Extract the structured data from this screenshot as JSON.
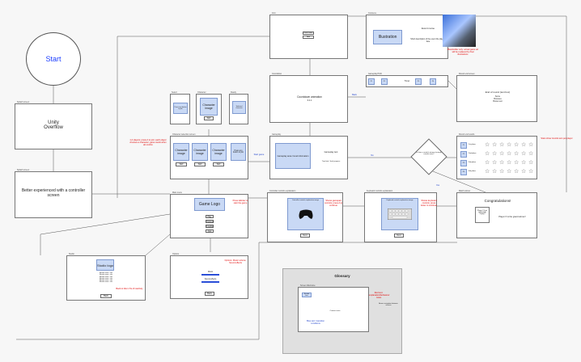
{
  "start": "Start",
  "unity": {
    "label": "Splash screen",
    "text": "Unity\nOverflow"
  },
  "controller_screen": {
    "label": "Splash screen",
    "text": "Better experienced with a controller screen"
  },
  "studio": {
    "label": "Studio",
    "logo": "Studio logo",
    "credits": "Member name - role\nMember name - role\nMember name - role\nMember name - role\nMember name - role\nMember name - role",
    "back": "Back",
    "note": "Back to title in 5s of inactivity"
  },
  "title_screen": {
    "label": "Main menu",
    "logo": "Game Logo",
    "buttons": [
      "Play",
      "Options",
      "Credits",
      "Quit"
    ],
    "note": "Press A/Enter to start the game"
  },
  "options": {
    "label": "Options",
    "note": "Options: Music volume, Sound effects",
    "slider1": "Music",
    "slider2": "Sound effects",
    "back": "Back"
  },
  "char_select": {
    "label": "Character selection screen",
    "chars": [
      "Character image",
      "Character image",
      "Character image"
    ],
    "skill": "Skill",
    "waiting": "Press any button to join",
    "note": "1-4 players; press A to join; each player chooses a character; game starts when all confirm"
  },
  "char_select_small": {
    "labels": [
      "Select",
      "Character",
      "Ready"
    ],
    "join": "Press any button to join",
    "char": "Character image",
    "skill": "Skill",
    "selected": "Selected character"
  },
  "controls_pad": {
    "label": "Controller controls explanation",
    "header": "Controller controls explanation image",
    "note": "Shows gamepad controls; press A to continue"
  },
  "controls_kb": {
    "label": "Keyboard controls explanation",
    "header": "Keyboard controls explanation image",
    "note": "Shows keyboard controls; press Enter to continue"
  },
  "level_select": {
    "label": "Gameplay",
    "left": "Gameplay area / level information",
    "right": "Gameplay text",
    "sub": "Time limit / level progress"
  },
  "countdown": {
    "label": "Countdown",
    "title": "Countdown animation",
    "value": "3.2.1"
  },
  "cutscene": {
    "label": "Cutscene",
    "text": "Illustration"
  },
  "intro": {
    "label": "Intro",
    "text": "Event name",
    "sub": "Short description of the event the players face"
  },
  "game_image_note": "Placeholder only: actual game art will be replaced by final illustrations",
  "round_end": {
    "label": "Round end screen",
    "title": "End of round (text box)",
    "lines": [
      "Score",
      "Bonuses",
      "Bonus text"
    ]
  },
  "decision": "Is there a match winner (enough rounds won)?",
  "leaderboard": {
    "label": "Round end results",
    "rows": [
      "1st place",
      "2nd place",
      "3rd place",
      "4th place"
    ],
    "note": "Stars show rounds won per player"
  },
  "victory": {
    "label": "Match winner",
    "title": "Congratulations!",
    "player": "Player X Icon\n(animated)\nTrophy?",
    "text": "Player X is the grand winner!"
  },
  "hud_row": {
    "label": "Gameplay HUD",
    "cells": [
      "P1",
      "P2",
      "P3",
      "P4"
    ],
    "center": "Timer"
  },
  "glossary": {
    "title": "Glossary",
    "screen": "Screen title/name",
    "box": "Screen box",
    "text": "Content area",
    "red": "Red text: explanation/behaviour notes",
    "blue": "Blue text: transition conditions",
    "arrow": "Arrow: navigation between screens"
  },
  "edge_labels": {
    "yes": "Yes",
    "no": "No",
    "back": "Back",
    "next": "Next",
    "start": "Start game"
  }
}
